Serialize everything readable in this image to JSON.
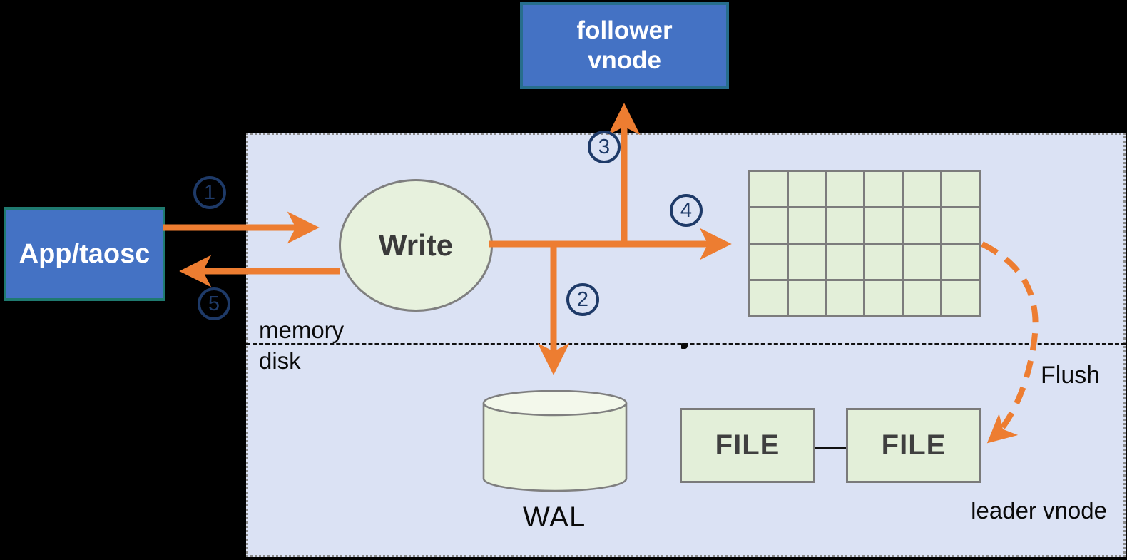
{
  "diagram": {
    "region_label": "leader vnode",
    "memory_label": "memory",
    "disk_label": "disk",
    "flush_label": "Flush"
  },
  "nodes": {
    "follower_vnode": {
      "line1": "follower",
      "line2": "vnode"
    },
    "app_taosc": {
      "label": "App/taosc"
    },
    "write": {
      "label": "Write"
    },
    "wal": {
      "label": "WAL"
    },
    "file_left": {
      "label": "FILE"
    },
    "file_right": {
      "label": "FILE"
    },
    "mem_table": {
      "rows": 4,
      "cols": 6
    }
  },
  "steps": [
    "1",
    "2",
    "3",
    "4",
    "5"
  ],
  "colors": {
    "background": "#000000",
    "region_fill": "#dbe2f4",
    "region_border": "#8a8a8a",
    "node_blue": "#4472c4",
    "follower_border": "#276e8d",
    "app_border": "#1f7a70",
    "shape_green": "#e3efd9",
    "shape_green_light": "#f3f8eb",
    "shape_border_gray": "#7a7a7a",
    "arrow_orange": "#ed7d31",
    "step_navy": "#1e3a68",
    "text_dark": "#3a3a3a",
    "text_white": "#ffffff"
  }
}
